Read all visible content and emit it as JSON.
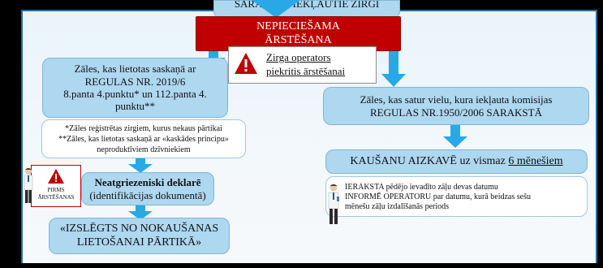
{
  "top_box": {
    "text": "SARAKSTĀ IEKĻAUTIE ZIRGI"
  },
  "red_box": {
    "line1": "NEPIECIEŠAMA",
    "line2": "ĀRSTĒŠANA"
  },
  "operator_warning": {
    "line1": "Zirga operators",
    "line2": "piekritis ārstēšanai"
  },
  "left_box": {
    "line1": "Zāles, kas lietotas saskaņā ar",
    "line2": "REGULAS NR. 2019/6",
    "line3": "8.panta 4.punktu* un 112.panta 4.",
    "line4": "punktu**"
  },
  "footnote_box": {
    "line1": "*Zāles reģistrētas zirgiem, kurus nekaus pārtikai",
    "line2": "**Zāles, kas lietotas saskaņā ar «kaskādes principu»",
    "line3": "neproduktīviem dzīvniekiem"
  },
  "before_treatment": {
    "line1": "PIRMS",
    "line2": "ĀRSTĒŠANAS"
  },
  "declare_box": {
    "line1": "Neatgriezeniski deklarē",
    "line2": "(identifikācijas dokumentā)"
  },
  "excluded_box": {
    "line1": "«IZSLĒGTS NO NOKAUŠANAS",
    "line2": "LIETOŠANAI PĀRTIKĀ»"
  },
  "right_box": {
    "line1": "Zāles, kas satur vielu, kura iekļauta komisijas",
    "line2": "REGULAS NR.1950/2006 SARAKSTĀ"
  },
  "delay_box": {
    "prefix": "KAUŠANU AIZKAVĒ uz vismaz ",
    "underlined": "6 mēnešiem"
  },
  "record_box": {
    "line1": "IERAKSTA pēdējo ievadīto zāļu devas datumu",
    "line2": "INFORMĒ OPERATORU par datumu, kurā beidzas sešu",
    "line3": "mēnešu zāļu izdalīšanās periods"
  },
  "colors": {
    "box_blue": "#aed7f0",
    "arrow_blue": "#29a8e8",
    "alert_red": "#c00000"
  },
  "icons": [
    "warning-icon",
    "doctor-icon"
  ]
}
